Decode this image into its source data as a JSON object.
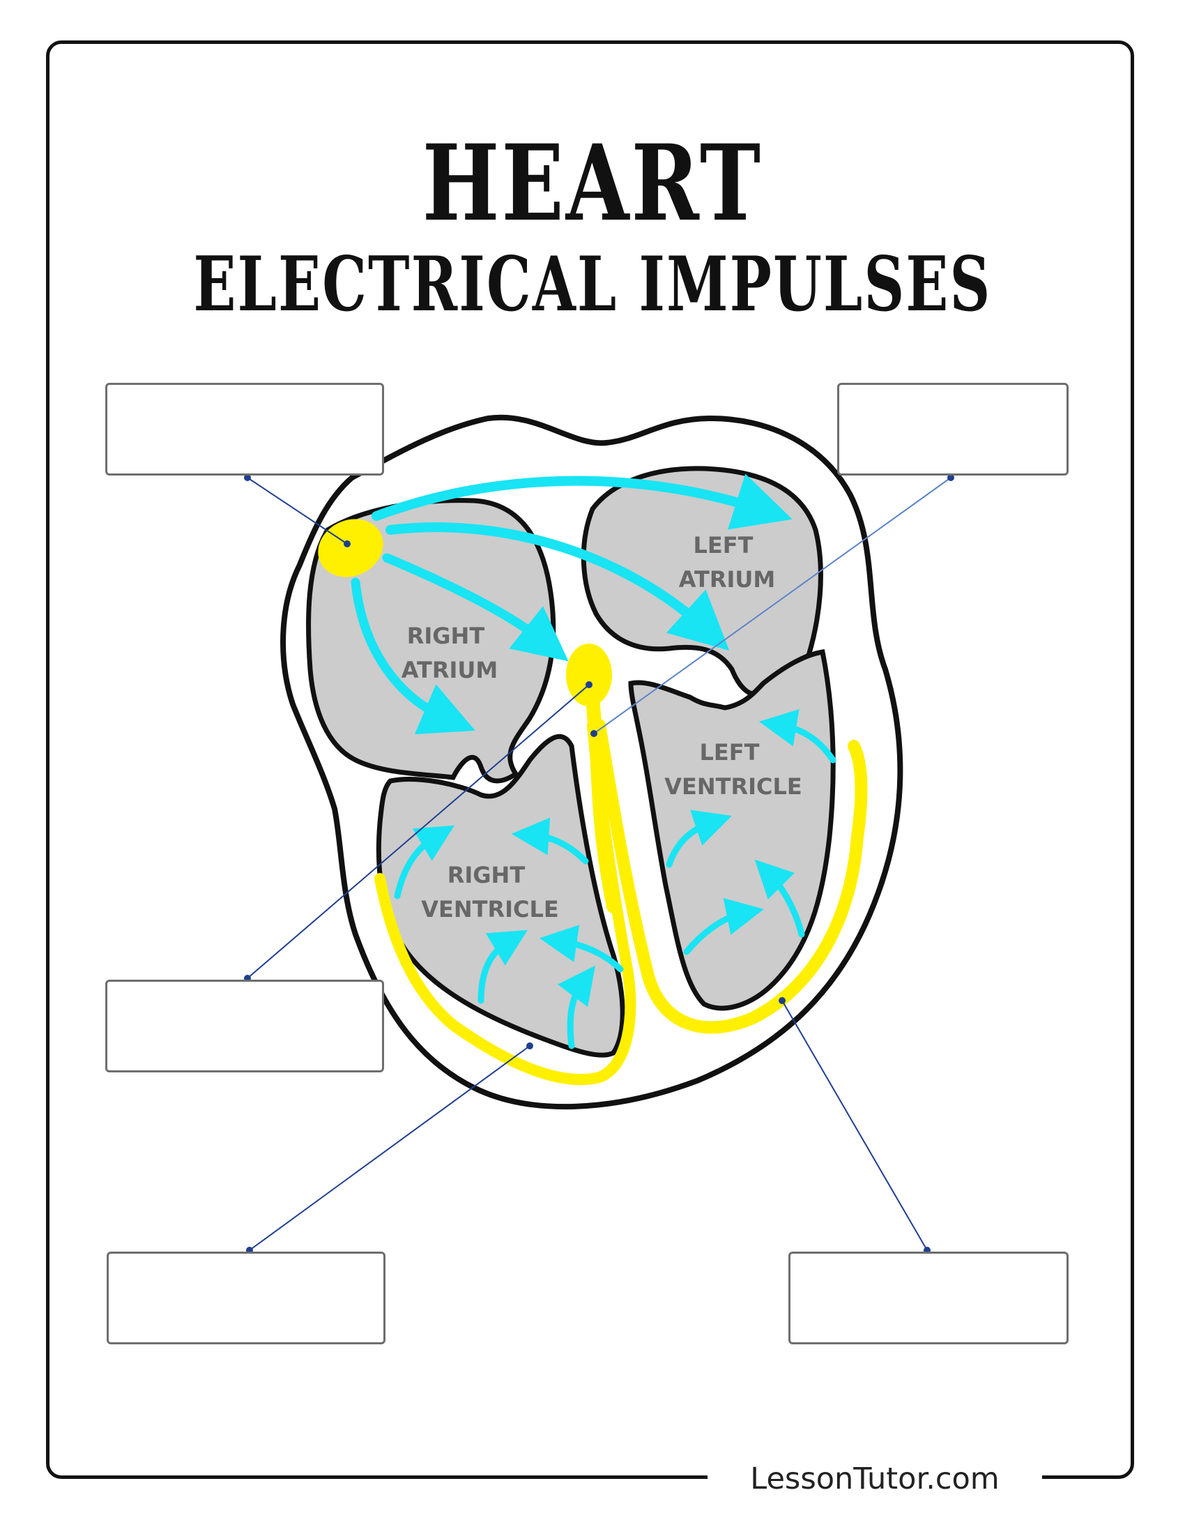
{
  "title": {
    "main": "HEART",
    "sub": "ELECTRICAL IMPULSES"
  },
  "chambers": {
    "right_atrium": [
      "RIGHT",
      "ATRIUM"
    ],
    "left_atrium": [
      "LEFT",
      "ATRIUM"
    ],
    "right_ventricle": [
      "RIGHT",
      "VENTRICLE"
    ],
    "left_ventricle": [
      "LEFT",
      "VENTRICLE"
    ]
  },
  "label_boxes": [
    "",
    "",
    "",
    "",
    ""
  ],
  "colors": {
    "impulse_arrow": "#18e4f4",
    "conduction_tissue": "#fff000",
    "chamber_fill": "#cccccc",
    "outline": "#111111",
    "leader_line": "#1f3f8f"
  },
  "footer": "LessonTutor.com"
}
